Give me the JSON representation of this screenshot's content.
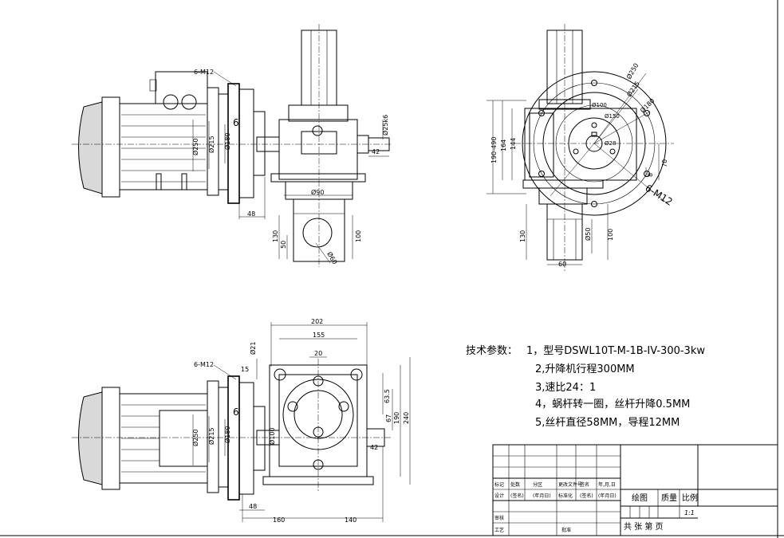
{
  "views": {
    "front": {
      "label_bolts": "6-M12",
      "dims": {
        "d250": "Ø250",
        "d215": "Ø215",
        "d180": "Ø180",
        "six": "6",
        "len48": "48",
        "shaft": "Ø25k6",
        "len42": "42",
        "d90": "Ø90",
        "h130": "130",
        "h50": "50",
        "h100": "100",
        "d60": "Ø60"
      }
    },
    "side": {
      "label_bolts": "6-M12",
      "dims": {
        "d250": "Ø250",
        "d215": "Ø215",
        "d180": "Ø180",
        "d100": "Ø100",
        "d150": "Ø150",
        "d28": "Ø28",
        "h190_490": "190-490",
        "h164": "164",
        "h144": "144",
        "h70": "70",
        "h8": "8",
        "h130": "130",
        "d50": "Ø50",
        "h100": "100",
        "w60": "60"
      }
    },
    "plan": {
      "label_bolts": "6-M12",
      "dims": {
        "w202": "202",
        "w155": "155",
        "w20": "20",
        "d21": "Ø21",
        "n15": "15",
        "h63_5": "63.5",
        "h67": "67",
        "h190": "190",
        "h240": "240",
        "d100": "Ø100",
        "len42": "42",
        "d250": "Ø250",
        "d215": "Ø215",
        "d180": "Ø180",
        "six": "6",
        "len48": "48",
        "w160": "160",
        "w140": "140"
      }
    }
  },
  "specs": {
    "heading": "技术参数：",
    "lines": [
      "1，型号DSWL10T-M-1B-IV-300-3kw",
      "2,升降机行程300MM",
      "3,速比24：1",
      "4，蜗杆转一圈，丝杆升降0.5MM",
      "5,丝杆直径58MM，导程12MM"
    ]
  },
  "title_block": {
    "row1": [
      "标记",
      "处数",
      "分区",
      "更改文件号",
      "签名",
      "年,月,日"
    ],
    "row2": [
      "设计",
      "(签名)",
      "(年月日)",
      "标准化",
      "(签名)",
      "(年月日)"
    ],
    "row3": [
      "审核"
    ],
    "row4": [
      "工艺",
      "批准"
    ],
    "stage_label": "绘图",
    "mass_label": "质量",
    "scale_label": "比例",
    "scale_value": "1:1",
    "sheets_label": "共  张 第  页"
  }
}
